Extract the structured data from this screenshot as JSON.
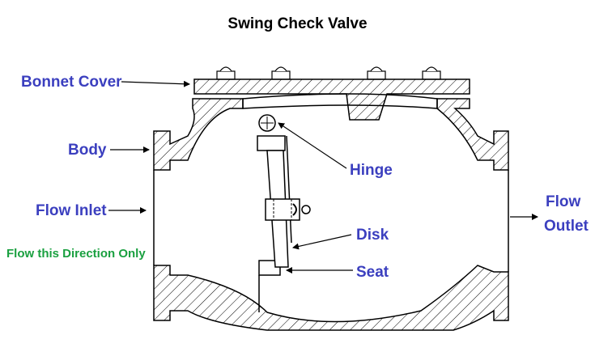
{
  "title": "Swing Check Valve",
  "labels": {
    "bonnet_cover": "Bonnet Cover",
    "body": "Body",
    "flow_inlet": "Flow Inlet",
    "flow_direction_note": "Flow this Direction Only",
    "hinge": "Hinge",
    "disk": "Disk",
    "seat": "Seat",
    "flow_outlet_line1": "Flow",
    "flow_outlet_line2": "Outlet"
  },
  "colors": {
    "label_blue": "#3b3fbf",
    "note_green": "#1aa040",
    "line_black": "#000000"
  }
}
